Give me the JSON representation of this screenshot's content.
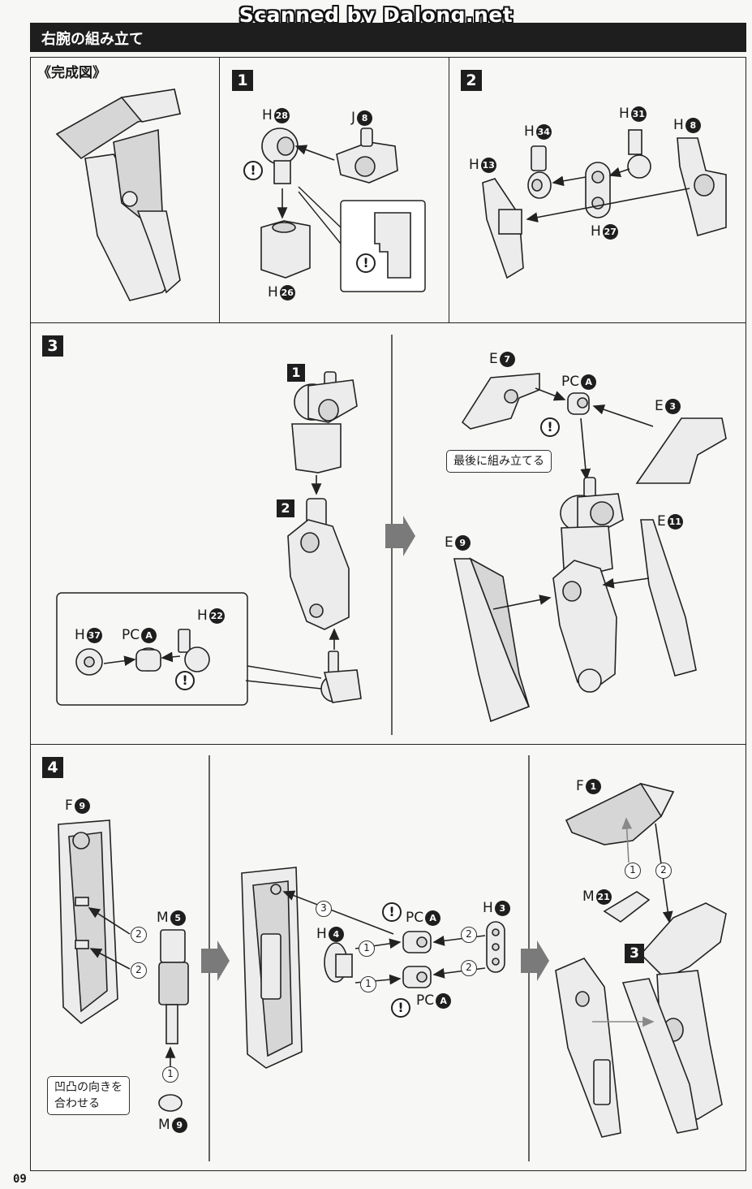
{
  "watermark": "Scanned by Dalong.net",
  "header": {
    "title": "右腕の組み立て"
  },
  "completed": {
    "label": "《完成図》"
  },
  "step1": {
    "number": "1",
    "parts": [
      {
        "letter": "H",
        "num": "28"
      },
      {
        "letter": "J",
        "num": "8"
      },
      {
        "letter": "H",
        "num": "26"
      }
    ]
  },
  "step2": {
    "number": "2",
    "parts": [
      {
        "letter": "H",
        "num": "34"
      },
      {
        "letter": "H",
        "num": "31"
      },
      {
        "letter": "H",
        "num": "8"
      },
      {
        "letter": "H",
        "num": "13"
      },
      {
        "letter": "H",
        "num": "27"
      }
    ]
  },
  "step3": {
    "number": "3",
    "sub_refs": [
      "1",
      "2"
    ],
    "inset_parts": [
      {
        "letter": "H",
        "num": "37"
      },
      {
        "letter": "PC",
        "num": "A"
      },
      {
        "letter": "H",
        "num": "22"
      }
    ],
    "right_parts": [
      {
        "letter": "E",
        "num": "7"
      },
      {
        "letter": "PC",
        "num": "A"
      },
      {
        "letter": "E",
        "num": "3"
      },
      {
        "letter": "E",
        "num": "11"
      },
      {
        "letter": "E",
        "num": "9"
      }
    ],
    "note": "最後に組み立てる"
  },
  "step4": {
    "number": "4",
    "parts_left": [
      {
        "letter": "F",
        "num": "9"
      },
      {
        "letter": "M",
        "num": "5"
      },
      {
        "letter": "M",
        "num": "9"
      }
    ],
    "parts_mid": [
      {
        "letter": "H",
        "num": "3"
      },
      {
        "letter": "H",
        "num": "4"
      },
      {
        "letter": "PC",
        "num": "A"
      },
      {
        "letter": "PC",
        "num": "A"
      }
    ],
    "parts_right": [
      {
        "letter": "F",
        "num": "1"
      },
      {
        "letter": "M",
        "num": "21"
      }
    ],
    "sub_ref": "3",
    "note_line1": "凹凸の向きを",
    "note_line2": "合わせる",
    "orders": [
      "1",
      "2",
      "3"
    ]
  },
  "warn_symbol": "!",
  "page_number": "09"
}
